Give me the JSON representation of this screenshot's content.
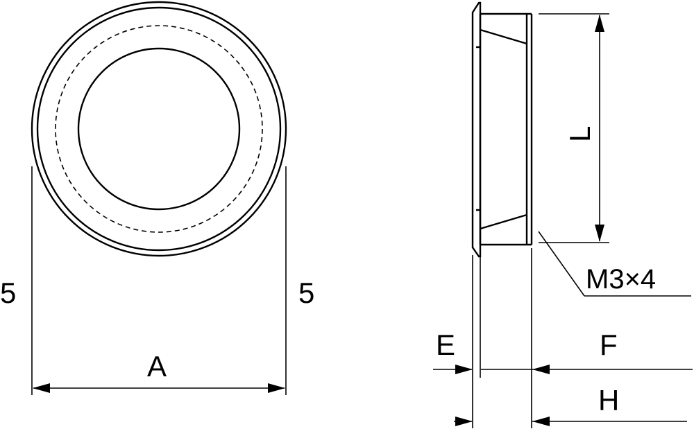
{
  "labels": {
    "left_margin": "5",
    "right_margin": "5",
    "diameter": "A",
    "length": "L",
    "thread": "M3×4",
    "flange": "E",
    "insert_depth": "F",
    "total_height": "H"
  },
  "colors": {
    "line": "#000000",
    "background": "#ffffff"
  }
}
